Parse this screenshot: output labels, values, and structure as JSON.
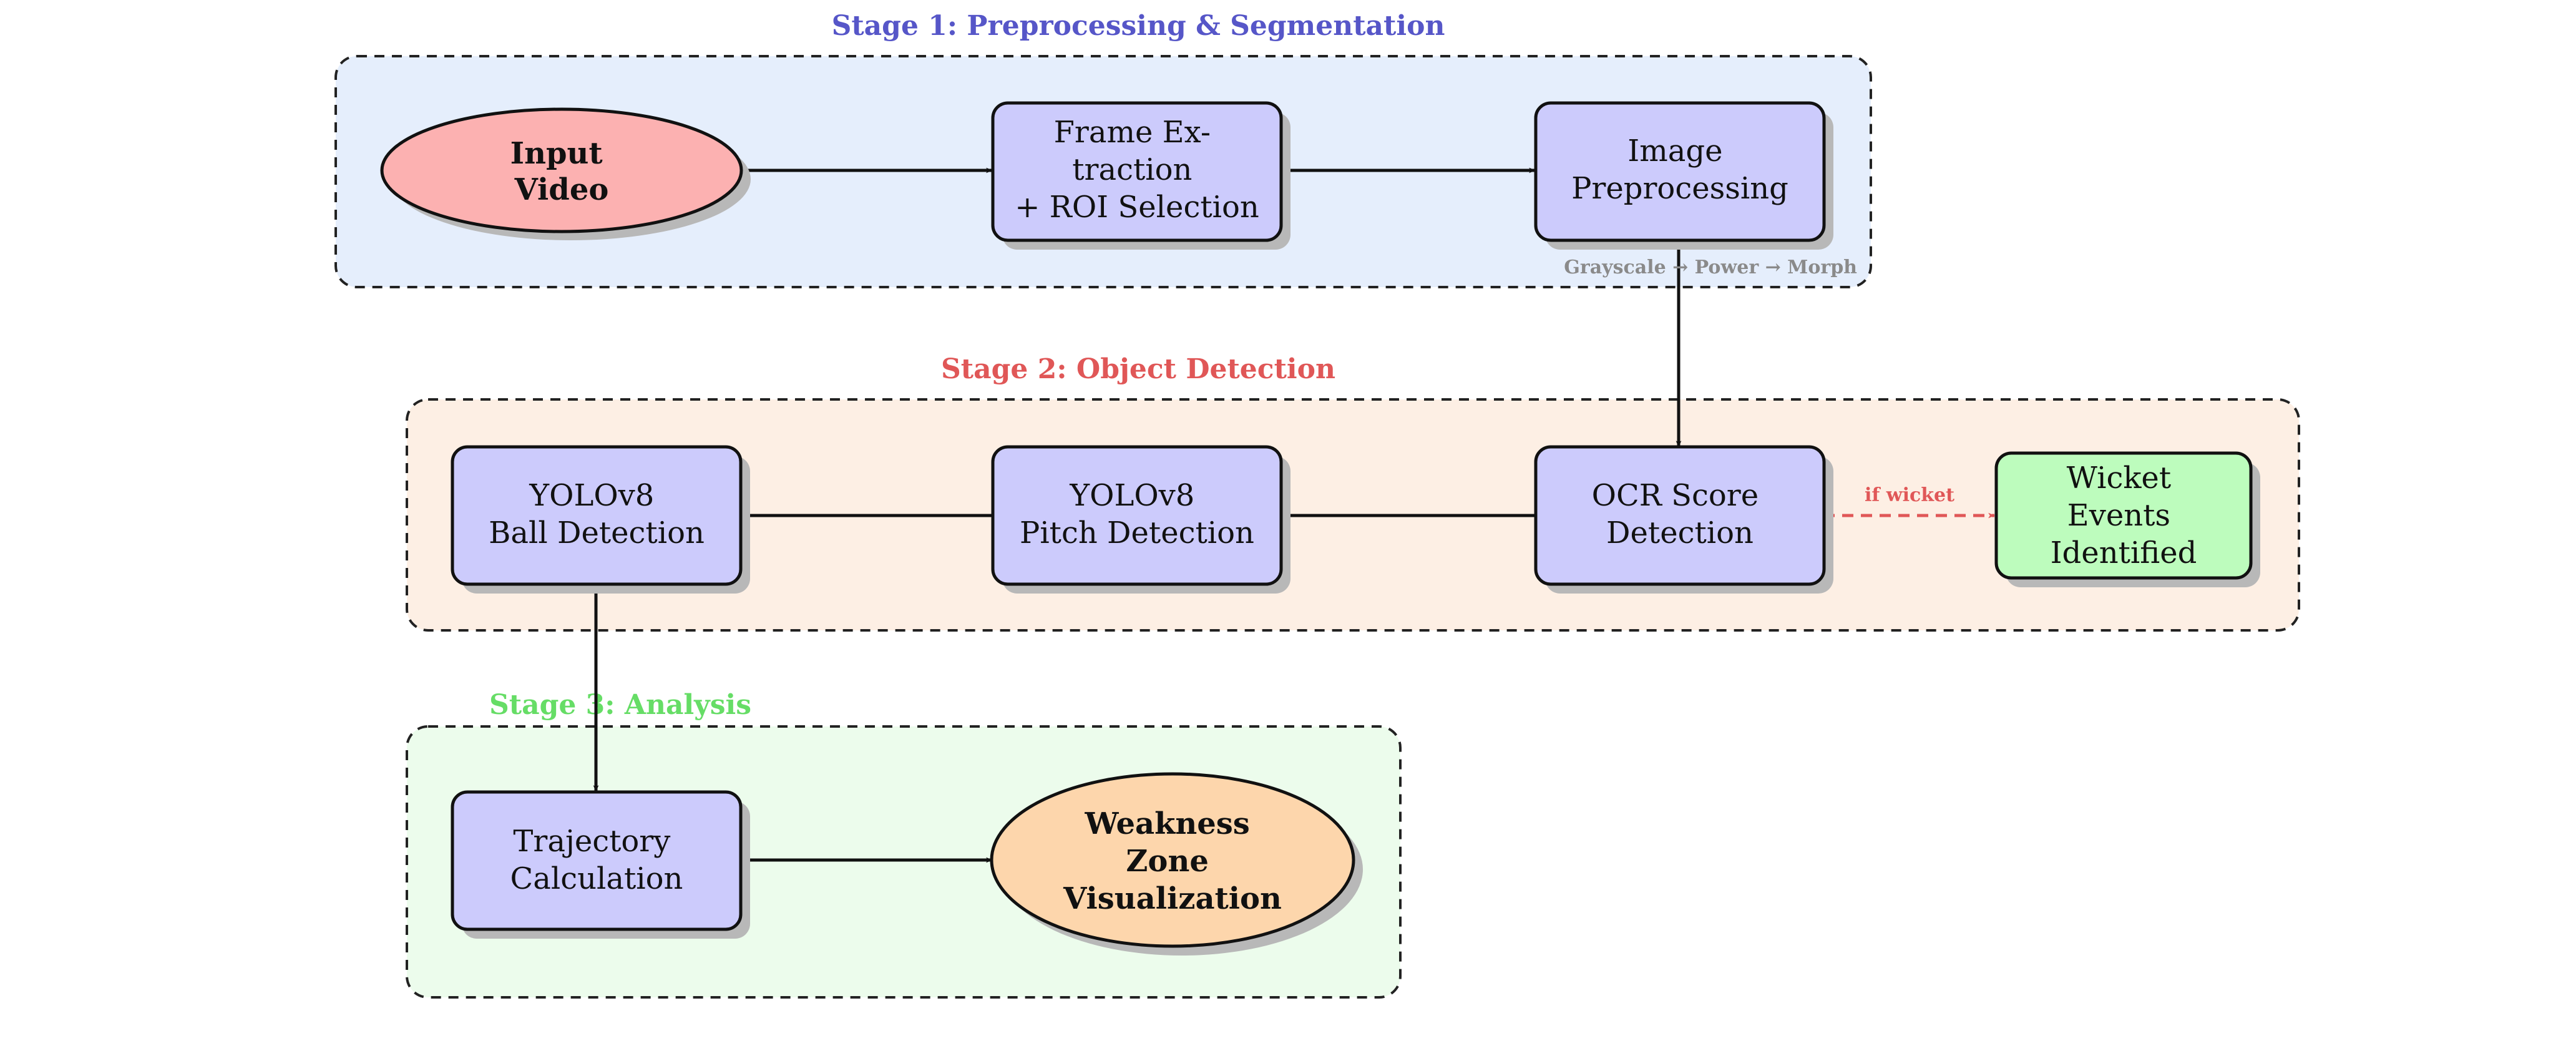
{
  "stages": {
    "stage1": {
      "title": "Stage 1: Preprocessing & Segmentation",
      "title_color": "#5656c8",
      "fill": "#e5eefc"
    },
    "stage2": {
      "title": "Stage 2: Object Detection",
      "title_color": "#e05757",
      "fill": "#fdefe4"
    },
    "stage3": {
      "title": "Stage 3: Analysis",
      "title_color": "#66dd66",
      "fill": "#ecfcec"
    }
  },
  "nodes": {
    "input_video": {
      "lines": [
        "Input",
        "Video"
      ],
      "fill": "#fcb1b1"
    },
    "frame_extraction": {
      "lines": [
        "Frame Ex-",
        "traction",
        "+ ROI Selection"
      ],
      "fill": "#cccbfc"
    },
    "image_preprocessing": {
      "lines": [
        "Image",
        "Preprocessing"
      ],
      "fill": "#cccbfc"
    },
    "ocr_score": {
      "lines": [
        "OCR Score",
        "Detection"
      ],
      "fill": "#cccbfc"
    },
    "pitch_detection": {
      "lines": [
        "YOLOv8",
        "Pitch Detection"
      ],
      "fill": "#cccbfc"
    },
    "ball_detection": {
      "lines": [
        "YOLOv8",
        "Ball Detection"
      ],
      "fill": "#cccbfc"
    },
    "wicket_events": {
      "lines": [
        "Wicket",
        "Events",
        "Identified"
      ],
      "fill": "#bdfcbd"
    },
    "trajectory": {
      "lines": [
        "Trajectory",
        "Calculation"
      ],
      "fill": "#cccbfc"
    },
    "weakness_zone": {
      "lines": [
        "Weakness",
        "Zone",
        "Visualization"
      ],
      "fill": "#fdd6ac"
    }
  },
  "annotations": {
    "preprocessing_steps": "Grayscale → Power → Morph",
    "wicket_condition": "if wicket"
  },
  "colors": {
    "shadow": "#b8b8b8",
    "stroke": "#111111",
    "dashed_edge": "#e05757"
  }
}
